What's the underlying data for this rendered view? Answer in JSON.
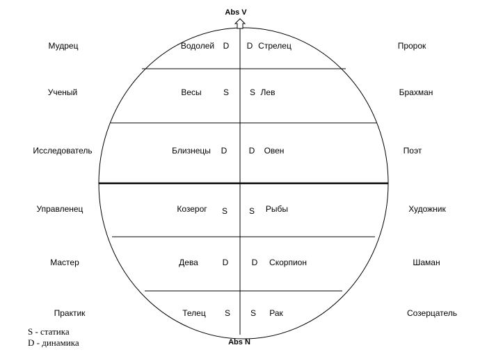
{
  "axis": {
    "top": "Abs V",
    "bottom": "Abs N"
  },
  "rows": [
    {
      "left_outer": "Мудрец",
      "left_sign": "Водолей",
      "left_type": "D",
      "right_type": "D",
      "right_sign": "Стрелец",
      "right_outer": "Пророк"
    },
    {
      "left_outer": "Ученый",
      "left_sign": "Весы",
      "left_type": "S",
      "right_type": "S",
      "right_sign": "Лев",
      "right_outer": "Брахман"
    },
    {
      "left_outer": "Исследователь",
      "left_sign": "Близнецы",
      "left_type": "D",
      "right_type": "D",
      "right_sign": "Овен",
      "right_outer": "Поэт"
    },
    {
      "left_outer": "Управленец",
      "left_sign": "Козерог",
      "left_type": "S",
      "right_type": "S",
      "right_sign": "Рыбы",
      "right_outer": "Художник"
    },
    {
      "left_outer": "Мастер",
      "left_sign": "Дева",
      "left_type": "D",
      "right_type": "D",
      "right_sign": "Скорпион",
      "right_outer": "Шаман"
    },
    {
      "left_outer": "Практик",
      "left_sign": "Телец",
      "left_type": "S",
      "right_type": "S",
      "right_sign": "Рак",
      "right_outer": "Созерцатель"
    }
  ],
  "legend": {
    "static": "S - статика",
    "dynamic": "D - динамика"
  }
}
